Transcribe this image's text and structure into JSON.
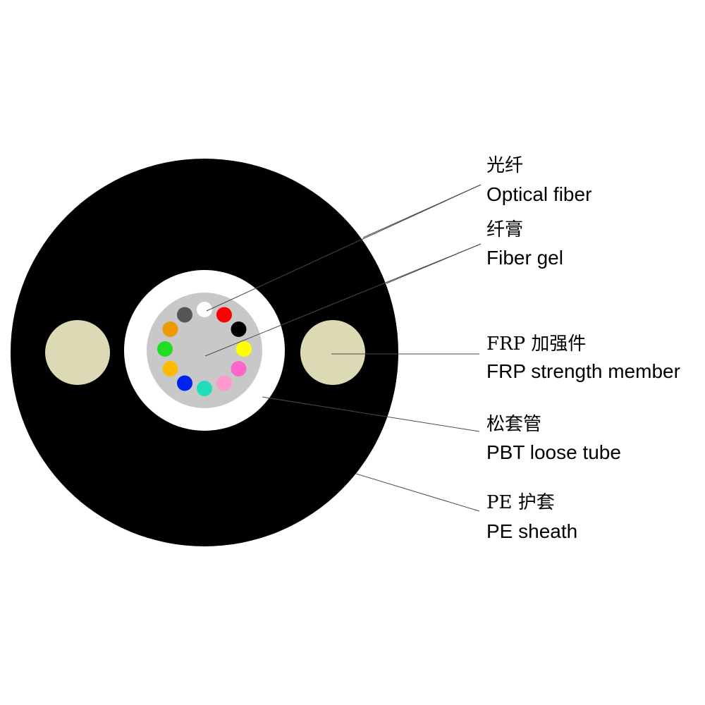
{
  "colors": {
    "sheath": "#000000",
    "loose_tube": "#ffffff",
    "gel": "#c8c8c8",
    "frp": "#dcdab5",
    "leader_line": "#4a4a4a",
    "fibers": [
      "#ffffff",
      "#ff0000",
      "#000000",
      "#ffff00",
      "#ff66cc",
      "#ff99cc",
      "#22ddbb",
      "#0022ee",
      "#ffbb00",
      "#22dd22",
      "#ee9900",
      "#555555"
    ]
  },
  "labels": [
    {
      "zh": "光纤",
      "en": "Optical fiber"
    },
    {
      "zh": "纤膏",
      "en": "Fiber gel"
    },
    {
      "zh": "FRP 加强件",
      "en": "FRP strength member"
    },
    {
      "zh": "松套管",
      "en": "PBT loose tube"
    },
    {
      "zh": "PE 护套",
      "en": "PE sheath"
    }
  ]
}
